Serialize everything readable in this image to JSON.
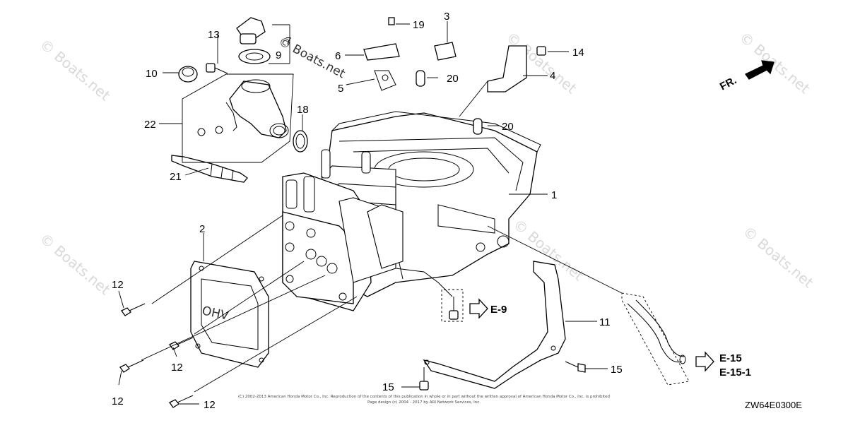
{
  "diagram": {
    "callouts": [
      {
        "id": "c1",
        "label": "1"
      },
      {
        "id": "c2",
        "label": "2"
      },
      {
        "id": "c3",
        "label": "3"
      },
      {
        "id": "c4",
        "label": "4"
      },
      {
        "id": "c5",
        "label": "5"
      },
      {
        "id": "c6",
        "label": "6"
      },
      {
        "id": "c7",
        "label": "7"
      },
      {
        "id": "c9",
        "label": "9"
      },
      {
        "id": "c10",
        "label": "10"
      },
      {
        "id": "c11",
        "label": "11"
      },
      {
        "id": "c12a",
        "label": "12"
      },
      {
        "id": "c12b",
        "label": "12"
      },
      {
        "id": "c12c",
        "label": "12"
      },
      {
        "id": "c12d",
        "label": "12"
      },
      {
        "id": "c13",
        "label": "13"
      },
      {
        "id": "c14",
        "label": "14"
      },
      {
        "id": "c15a",
        "label": "15"
      },
      {
        "id": "c15b",
        "label": "15"
      },
      {
        "id": "c18",
        "label": "18"
      },
      {
        "id": "c19",
        "label": "19"
      },
      {
        "id": "c20a",
        "label": "20"
      },
      {
        "id": "c20b",
        "label": "20"
      },
      {
        "id": "c21",
        "label": "21"
      },
      {
        "id": "c22",
        "label": "22"
      }
    ],
    "references": {
      "e9": "E-9",
      "e15": "E-15",
      "e15_1": "E-15-1"
    },
    "front_indicator": "FR.",
    "diagram_code": "ZW64E0300E",
    "copyright_line1": "(C) 2002-2013 American Honda Motor Co., Inc. Reproduction of the contents of this publication in whole or in part without the written approval of American Honda Motor Co., Inc. is prohibited",
    "copyright_line2": "Page design (c) 2004 - 2017 by ARI Network Services, Inc.",
    "watermark": "© Boats.net",
    "inline_watermark": "© Boats.net"
  }
}
